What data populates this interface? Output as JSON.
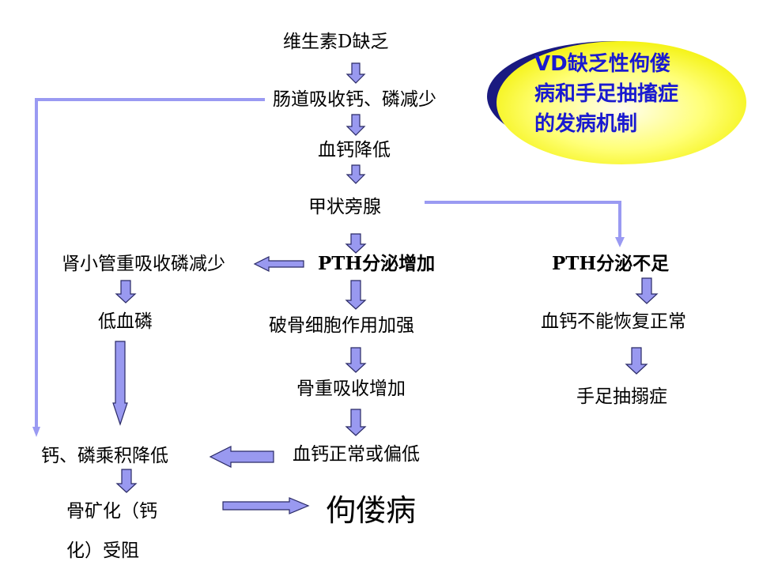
{
  "title": {
    "line1": "VD缺乏性佝偻",
    "line2": "病和手足抽搐症",
    "line3": "的发病机制"
  },
  "nodes": {
    "vd_deficiency": "维生素D缺乏",
    "intestinal_absorption": "肠道吸收钙、磷减少",
    "low_calcium": "血钙降低",
    "parathyroid": "甲状旁腺",
    "pth_increase": "PTH分泌增加",
    "renal_reabsorption": "肾小管重吸收磷减少",
    "low_phosphorus": "低血磷",
    "osteoclast": "破骨细胞作用加强",
    "bone_resorption": "骨重吸收增加",
    "calcium_normal_low": "血钙正常或偏低",
    "ca_p_product": "钙、磷乘积降低",
    "mineralization_1": "骨矿化（钙",
    "mineralization_2": "化）受阻",
    "rickets": "佝偻病",
    "pth_insufficient": "PTH分泌不足",
    "calcium_not_restored": "血钙不能恢复正常",
    "tetany": "手足抽搦症"
  },
  "colors": {
    "arrow_fill": "#9999f0",
    "arrow_stroke": "#2a2a66",
    "line": "#9a9af2",
    "ellipse_fill": "#ffff55",
    "ellipse_shadow": "#1a1a80",
    "title_text": "#1a1ad0"
  }
}
